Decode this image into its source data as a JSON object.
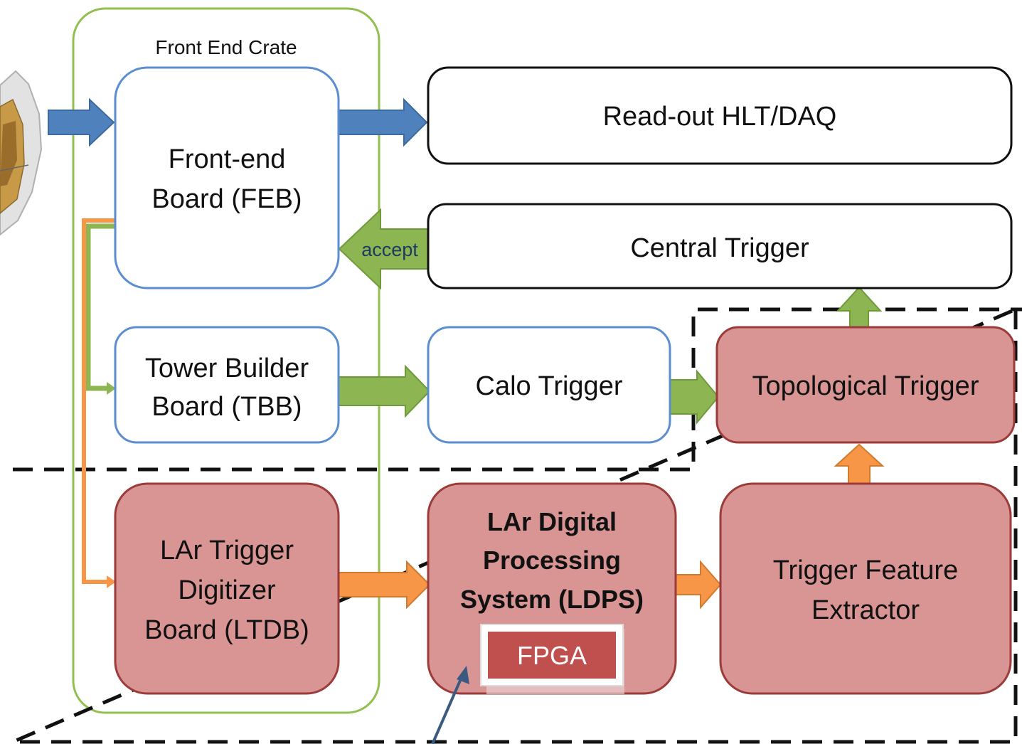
{
  "crate": {
    "title": "Front End Crate"
  },
  "boxes": {
    "feb": {
      "line1": "Front-end",
      "line2": "Board (FEB)"
    },
    "tbb": {
      "line1": "Tower Builder",
      "line2": "Board (TBB)"
    },
    "ltdb": {
      "line1": "LAr Trigger",
      "line2": "Digitizer",
      "line3": "Board (LTDB)"
    },
    "readout": {
      "label": "Read-out HLT/DAQ"
    },
    "central": {
      "label": "Central Trigger"
    },
    "calo": {
      "label": "Calo Trigger"
    },
    "topo": {
      "label": "Topological Trigger"
    },
    "ldps": {
      "line1": "LAr Digital",
      "line2": "Processing",
      "line3": "System (LDPS)"
    },
    "fpga": {
      "label": "FPGA"
    },
    "tfe": {
      "line1": "Trigger Feature",
      "line2": "Extractor"
    }
  },
  "arrows": {
    "accept_label": "accept"
  },
  "colors": {
    "blue_outline": "#5b8ed1",
    "green_outline": "#92c050",
    "red_fill": "#d99594",
    "red_outline": "#9b3b3a",
    "fpga_fill": "#c0504d",
    "arrow_blue": "#4f81bd",
    "arrow_green": "#8db653",
    "arrow_orange": "#f79646",
    "pointer": "#3b5a80"
  }
}
